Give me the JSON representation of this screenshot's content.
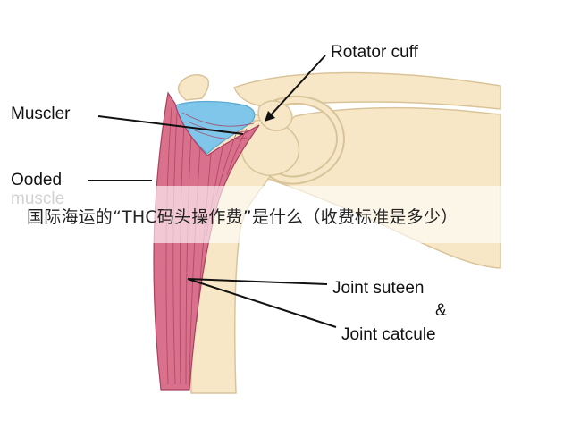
{
  "labels": {
    "rotator_cuff": "Rotator cuff",
    "muscler": "Muscler",
    "ooded": "Ooded",
    "muscle": "muscle",
    "joint_suteen": "Joint suteen",
    "ampersand": "&",
    "joint_catcule": "Joint catcule"
  },
  "banner": {
    "text": "国际海运的“THC码头操作费”是什么（收费标准是多少）"
  },
  "colors": {
    "bone": "#f7e7c6",
    "bone_outline": "#d9c49a",
    "muscle": "#d9708c",
    "muscle_fiber": "#a8405e",
    "cartilage": "#7fc6ea",
    "leader_line": "#111111"
  }
}
